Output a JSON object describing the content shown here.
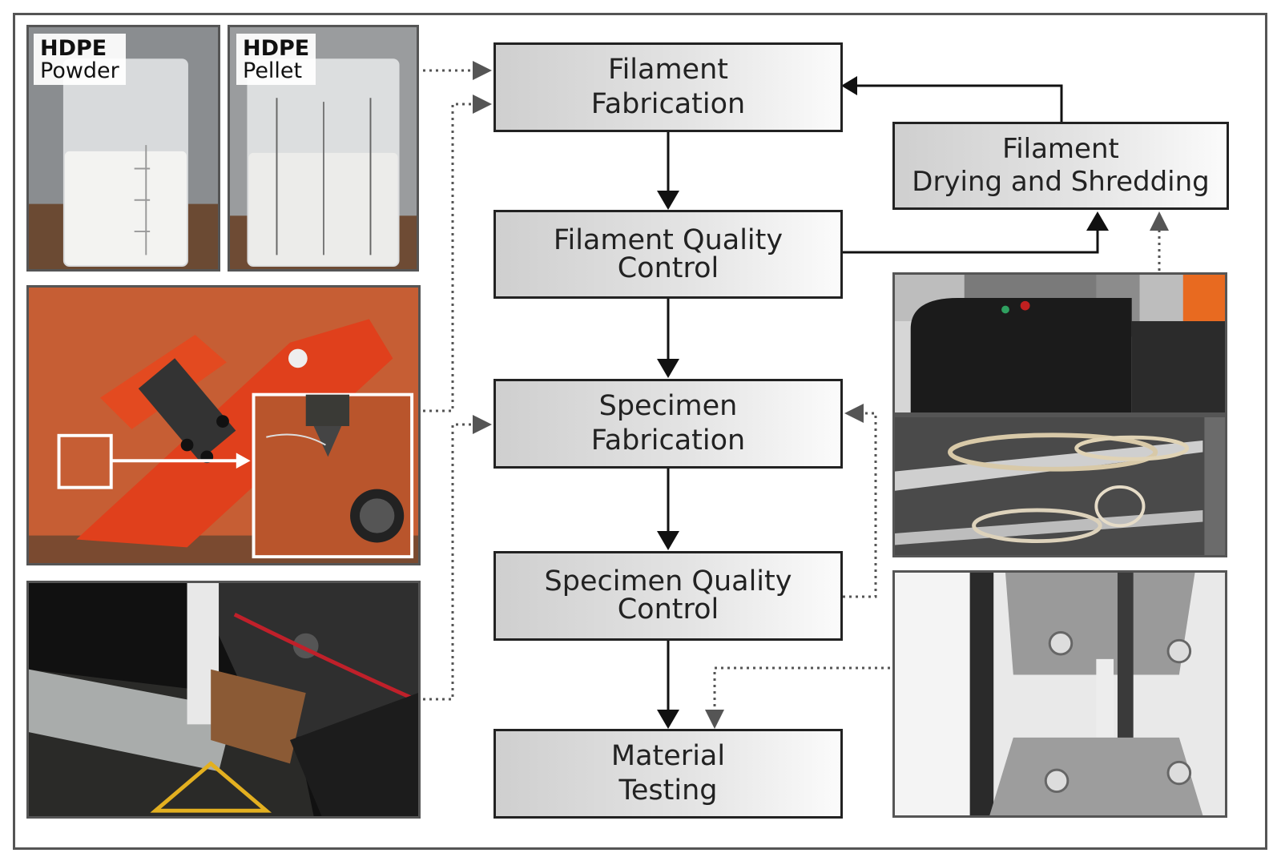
{
  "steps": {
    "filament_fabrication": [
      "Filament",
      "Fabrication"
    ],
    "filament_qc": [
      "Filament Quality",
      "Control"
    ],
    "specimen_fabrication": [
      "Specimen",
      "Fabrication"
    ],
    "specimen_qc": [
      "Specimen Quality",
      "Control"
    ],
    "material_testing": [
      "Material",
      "Testing"
    ],
    "drying_shredding": [
      "Filament",
      "Drying and Shredding"
    ]
  },
  "photos": {
    "powder": {
      "line1": "HDPE",
      "line2": "Powder"
    },
    "pellet": {
      "line1": "HDPE",
      "line2": "Pellet"
    }
  },
  "colors": {
    "box_border": "#222222",
    "arrow": "#111111",
    "dotted": "#555555",
    "extruder": "#e0401c",
    "wall": "#c65e34"
  }
}
